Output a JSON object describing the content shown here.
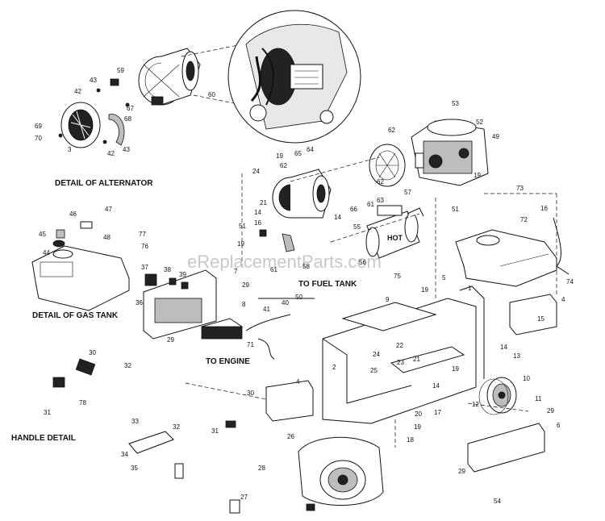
{
  "watermark": "eReplacementParts.com",
  "labels": {
    "detail_alternator": "DETAIL OF ALTERNATOR",
    "detail_gas_tank": "DETAIL OF GAS TANK",
    "handle_detail": "HANDLE DETAIL",
    "to_fuel_tank": "TO FUEL TANK",
    "to_engine": "TO ENGINE",
    "muffler_hot": "HOT"
  },
  "callouts": {
    "c59": "59",
    "c43a": "43",
    "c42a": "42",
    "c67": "67",
    "c68": "68",
    "c69": "69",
    "c70": "70",
    "c3": "3",
    "c42b": "42",
    "c43b": "43",
    "c60": "60",
    "c53": "53",
    "c52": "52",
    "c62a": "62",
    "c49": "49",
    "c19a": "19",
    "c19b": "19",
    "c62b": "62",
    "c65": "65",
    "c64": "64",
    "c24a": "24",
    "c62c": "62",
    "c63": "63",
    "c61a": "61",
    "c66": "66",
    "c57": "57",
    "c51a": "51",
    "c21a": "21",
    "c14a": "14",
    "c16a": "16",
    "c51b": "51",
    "c19c": "19",
    "c61b": "61",
    "c14b": "14",
    "c55": "55",
    "c58": "58",
    "c56": "56",
    "c73": "73",
    "c72": "72",
    "c16b": "16",
    "c74": "74",
    "c46": "46",
    "c47": "47",
    "c48": "48",
    "c45": "45",
    "c44": "44",
    "c77": "77",
    "c76": "76",
    "c37": "37",
    "c38": "38",
    "c39": "39",
    "c7": "7",
    "c36": "36",
    "c29a": "29",
    "c8": "8",
    "c41": "41",
    "c40": "40",
    "c50": "50",
    "c71": "71",
    "c29b": "29",
    "c75": "75",
    "c1": "1",
    "c19d": "19",
    "c5": "5",
    "c4a": "4",
    "c15": "15",
    "c14c": "14",
    "c13": "13",
    "c9": "9",
    "c2": "2",
    "c22": "22",
    "c24b": "24",
    "c23": "23",
    "c25": "25",
    "c21b": "21",
    "c19e": "19",
    "c14d": "14",
    "c20": "20",
    "c17": "17",
    "c19f": "19",
    "c18": "18",
    "c12": "12",
    "c10": "10",
    "c11": "11",
    "c29c": "29",
    "c6": "6",
    "c30a": "30",
    "c32a": "32",
    "c78": "78",
    "c31a": "31",
    "c30b": "30",
    "c4b": "4",
    "c26": "26",
    "c33": "33",
    "c32b": "32",
    "c31b": "31",
    "c34": "34",
    "c35": "35",
    "c28": "28",
    "c27": "27",
    "c29d": "29",
    "c54": "54"
  }
}
